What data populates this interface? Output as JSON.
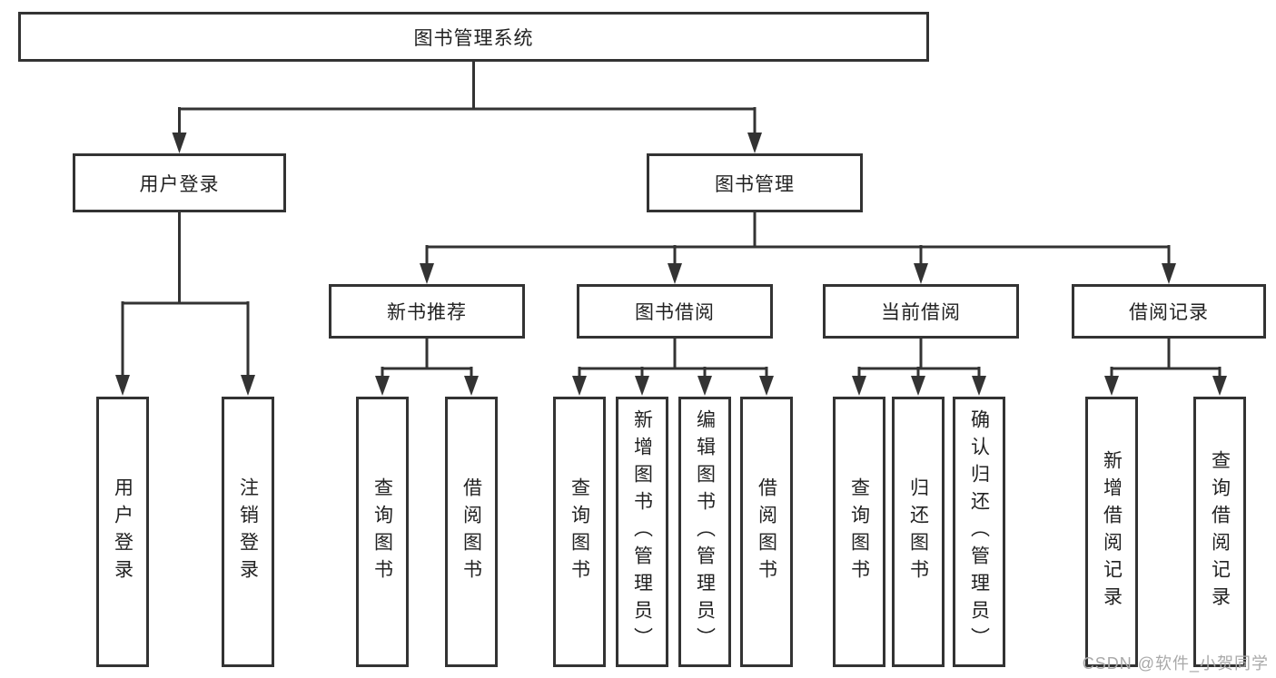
{
  "tree": {
    "label": "图书管理系统",
    "children": [
      {
        "label": "用户登录",
        "children": [
          {
            "label": "用户登录"
          },
          {
            "label": "注销登录"
          }
        ]
      },
      {
        "label": "图书管理",
        "children": [
          {
            "label": "新书推荐",
            "children": [
              {
                "label": "查询图书"
              },
              {
                "label": "借阅图书"
              }
            ]
          },
          {
            "label": "图书借阅",
            "children": [
              {
                "label": "查询图书"
              },
              {
                "label": "新增图书（管理员）"
              },
              {
                "label": "编辑图书（管理员）"
              },
              {
                "label": "借阅图书"
              }
            ]
          },
          {
            "label": "当前借阅",
            "children": [
              {
                "label": "查询图书"
              },
              {
                "label": "归还图书"
              },
              {
                "label": "确认归还（管理员）"
              }
            ]
          },
          {
            "label": "借阅记录",
            "children": [
              {
                "label": "新增借阅记录"
              },
              {
                "label": "查询借阅记录"
              }
            ]
          }
        ]
      }
    ]
  },
  "watermark": {
    "text": "CSDN @软件_小贺同学"
  },
  "colors": {
    "line": "#333333",
    "box_border": "#333333",
    "text": "#222222",
    "watermark": "#a9a9a9",
    "background": "#ffffff"
  }
}
